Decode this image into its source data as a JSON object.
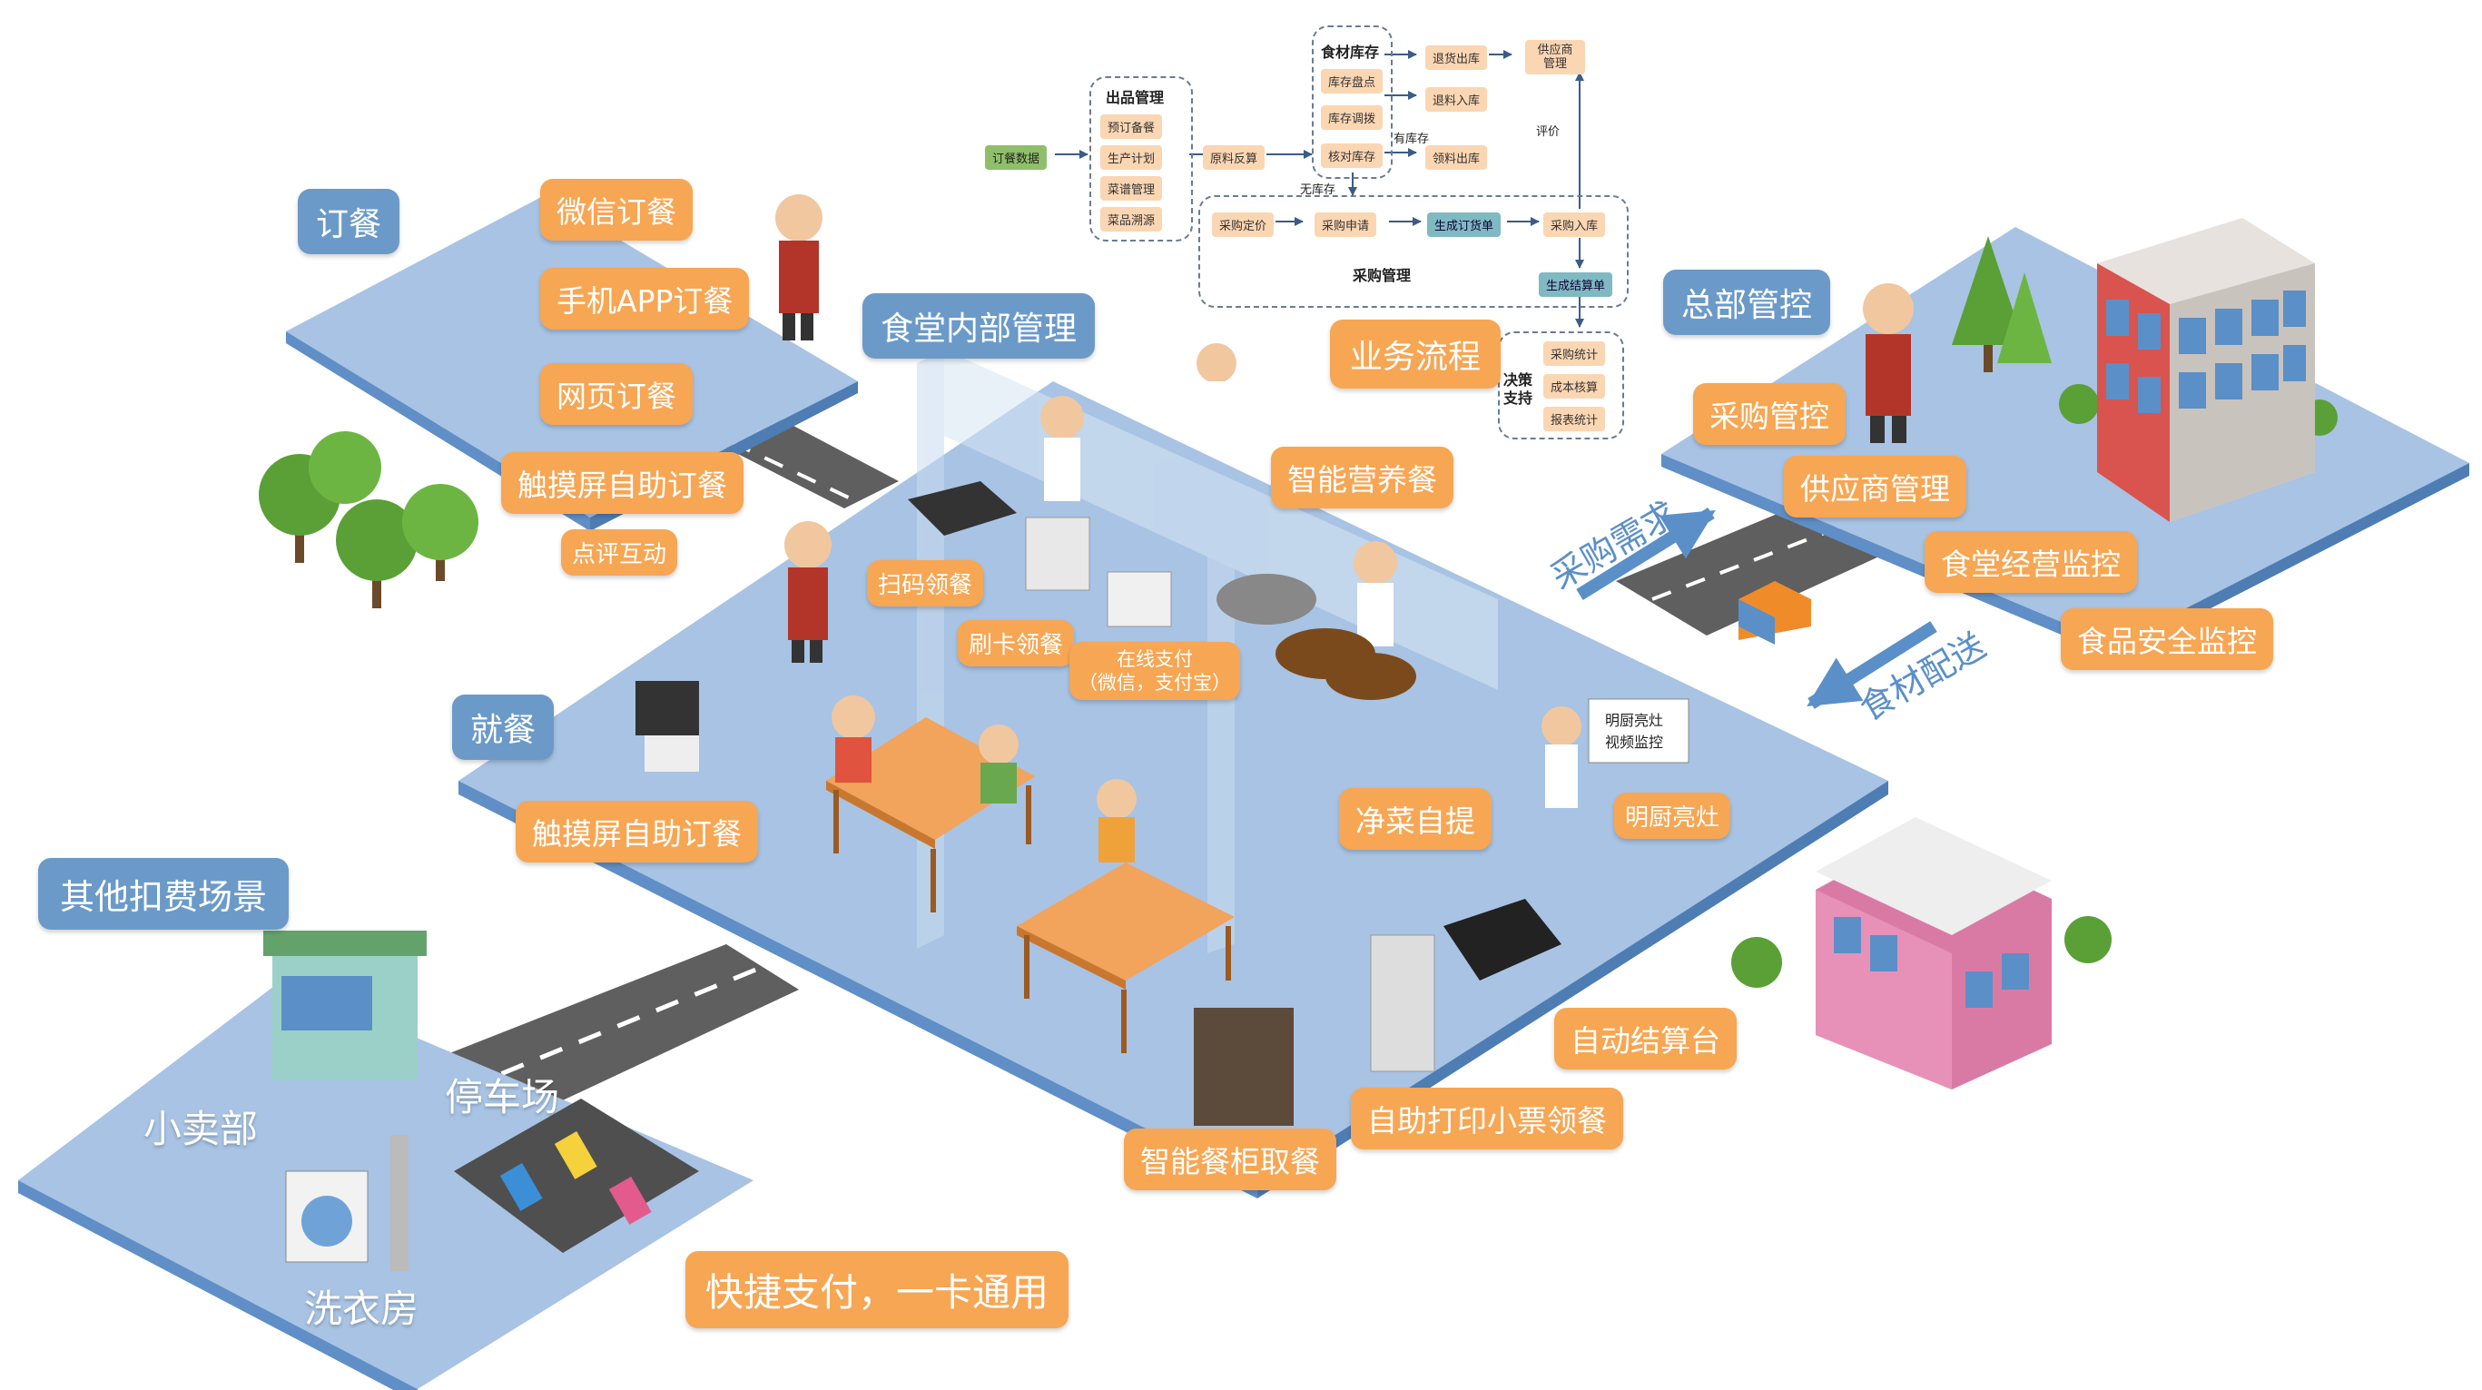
{
  "sections": {
    "ordering": "订餐",
    "canteen_mgmt": "食堂内部管理",
    "dining": "就餐",
    "hq_control": "总部管控",
    "other_scenes": "其他扣费场景",
    "quick_pay": "快捷支付，一卡通用"
  },
  "ordering_items": [
    "微信订餐",
    "手机APP订餐",
    "网页订餐",
    "触摸屏自助订餐",
    "点评互动"
  ],
  "canteen_items": {
    "scan": "扫码领餐",
    "card": "刷卡领餐",
    "online_pay": "在线支付",
    "online_pay_sub": "（微信，支付宝）",
    "nutrition": "智能营养餐",
    "business_flow": "业务流程",
    "touch_order": "触摸屏自助订餐",
    "clean_veg": "净菜自提",
    "kitchen_board": "明厨亮灶",
    "kitchen_board_line1": "明厨亮灶",
    "kitchen_board_line2": "视频监控",
    "auto_checkout": "自动结算台",
    "print_ticket": "自助打印小票领餐",
    "smart_cabinet": "智能餐柜取餐"
  },
  "hq_items": [
    "采购管控",
    "供应商管理",
    "食堂经营监控",
    "食品安全监控"
  ],
  "arrows": {
    "purchase_demand": "采购需求",
    "material_delivery": "食材配送"
  },
  "other_scene_items": {
    "shop": "小卖部",
    "parking": "停车场",
    "laundry": "洗衣房"
  },
  "flowchart": {
    "order_data": "订餐数据",
    "output_mgmt": {
      "title": "出品管理",
      "items": [
        "预订备餐",
        "生产计划",
        "菜谱管理",
        "菜品溯源"
      ]
    },
    "raw_calc": "原料反算",
    "inventory": {
      "title": "食材库存",
      "items": [
        "库存盘点",
        "库存调拨",
        "核对库存"
      ]
    },
    "return_out": "退货出库",
    "return_in": "退料入库",
    "pick_out": "领料出库",
    "has_stock": "有库存",
    "no_stock": "无库存",
    "supplier_mgmt": "供应商管理",
    "evaluate": "评价",
    "purchase": {
      "title": "采购管理",
      "items": [
        "采购定价",
        "采购申请",
        "生成订货单",
        "采购入库",
        "生成结算单"
      ]
    },
    "decision": {
      "title_line1": "决策",
      "title_line2": "支持",
      "items": [
        "采购统计",
        "成本核算",
        "报表统计"
      ]
    }
  },
  "colors": {
    "label_orange": "#f7a653",
    "label_blue": "#6b9ac8",
    "platform": "#a8c3e3",
    "platform_side": "#5f8fc6",
    "road": "#5d5d5d",
    "arrow": "#5b8fc7"
  }
}
